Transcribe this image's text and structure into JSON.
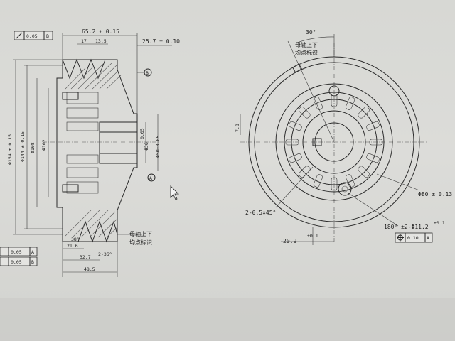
{
  "side_view": {
    "flatness_tol": "0.05",
    "flatness_ref": "B",
    "dim_total_width": "65.2 ± 0.15",
    "dim_17": "17",
    "dim_13_5": "13.5",
    "dim_25_7": "25.7 ± 0.10",
    "datum_b": "B",
    "datum_a": "A",
    "dia_154": "Φ154 ± 0.15",
    "dia_144": "Φ144 ± 0.15",
    "dia_108": "Φ108",
    "dia_102": "Φ102",
    "dia_36": "Φ36",
    "dia_36_tol": "0.05",
    "dia_50": "Φ50+0.05",
    "angle_38": "38°",
    "dim_21_6": "21.6",
    "dim_2_36": "2-36°",
    "dim_32_7": "32.7",
    "dim_48_5": "48.5",
    "mark_note_line1": "母轴上下",
    "mark_note_line2": "均点标识",
    "fcf_bottom_1_tol": "0.05",
    "fcf_bottom_1_ref": "A",
    "fcf_bottom_2_tol": "0.05",
    "fcf_bottom_2_ref": "B"
  },
  "front_view": {
    "angle_30": "30°",
    "mark_note_line1": "母轴上下",
    "mark_note_line2": "均点标识",
    "dim_7_8": "7.8",
    "chamfer": "2-0.5×45°",
    "dia_80": "Φ80 ± 0.13",
    "dim_20_9": "20.9",
    "dim_20_9_tol": "+0.1",
    "holes": "180° ±2-Φ11.2",
    "holes_tol": "+0.1",
    "position_tol": "0.10",
    "position_ref": "A"
  },
  "icons": [
    "mouse-cursor-icon"
  ]
}
